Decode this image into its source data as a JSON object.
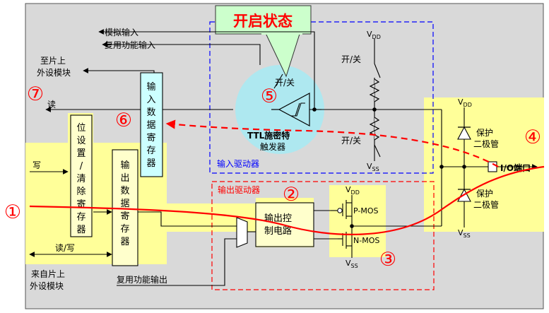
{
  "callout": {
    "title": "开启状态"
  },
  "labels": {
    "analog_input": "模拟输入",
    "alt_func_input": "复用功能输入",
    "to_onchip_1": "至片上",
    "to_onchip_2": "外设模块",
    "read": "读",
    "write": "写",
    "read_write": "读/写",
    "from_onchip_1": "来自片上",
    "from_onchip_2": "外设模块",
    "alt_func_output": "复用功能输出",
    "input_driver": "输入驱动器",
    "output_driver": "输出驱动器",
    "ttl_1": "TTL施密特",
    "ttl_2": "触发器",
    "switch_top_schmitt": "开/关",
    "switch_pullup": "开/关",
    "switch_pulldown": "开/关",
    "protect_diode_top_1": "保护",
    "protect_diode_top_2": "二极管",
    "protect_diode_bottom_1": "保护",
    "protect_diode_bottom_2": "二极管",
    "io_port": "I/O端口",
    "pmos": "P-MOS",
    "nmos": "N-MOS",
    "output_ctrl_1": "输出控",
    "output_ctrl_2": "制电路",
    "vdd_main": "V",
    "vdd_sub": "DD",
    "vss_main": "V",
    "vss_sub": "SS"
  },
  "boxes": {
    "bit_set_reset": [
      "位",
      "设",
      "置",
      "/",
      "清",
      "除",
      "寄",
      "存",
      "器"
    ],
    "output_data_reg": [
      "输",
      "出",
      "数",
      "据",
      "寄",
      "存",
      "器"
    ],
    "input_data_reg": [
      "输",
      "入",
      "数",
      "据",
      "寄",
      "存",
      "器"
    ]
  },
  "markers": [
    "①",
    "②",
    "③",
    "④",
    "⑤",
    "⑥",
    "⑦"
  ],
  "colors": {
    "background": "#d9d9d9",
    "highlight": "#ffff99",
    "box_fill": "#ffffcc",
    "input_reg_fill": "#ccffff",
    "callout_fill": "#ccffcc",
    "callout_text": "#ff0000",
    "circle_fill": "#aee8f0",
    "marker": "#ff0000",
    "input_driver_border": "#0000ff",
    "output_driver_border": "#ff0000",
    "path_line": "#ff0000"
  }
}
